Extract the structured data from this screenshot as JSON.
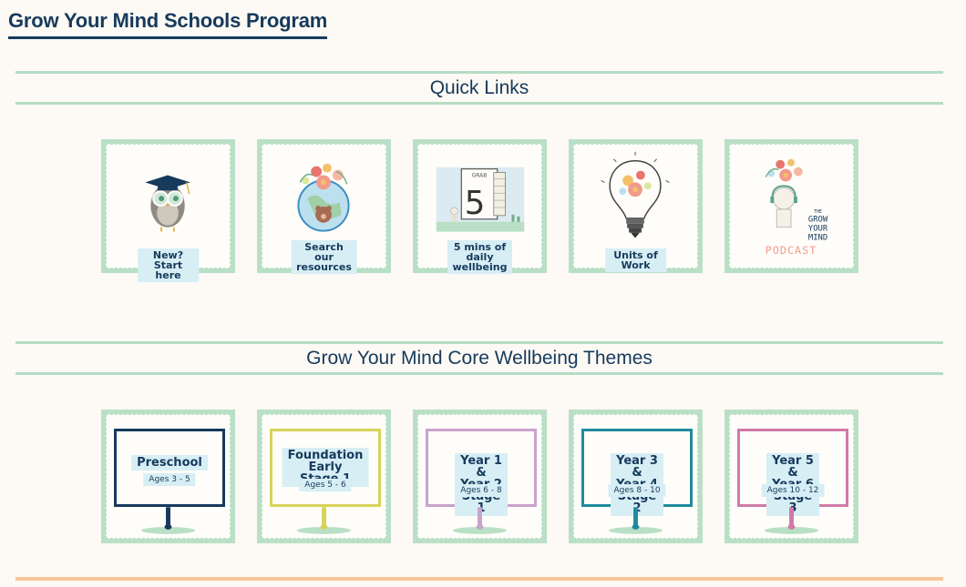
{
  "page": {
    "title": "Grow Your Mind Schools Program"
  },
  "quick_links": {
    "heading": "Quick Links",
    "cards": [
      {
        "label": "New? Start here",
        "icon": "owl-graduate-icon"
      },
      {
        "label": "Search\nour resources",
        "icon": "globe-flowers-icon"
      },
      {
        "label": "5 mins of daily\nwellbeing",
        "icon": "grab-5-board-icon"
      },
      {
        "label": "Units of Work",
        "icon": "lightbulb-flowers-icon"
      },
      {
        "label": "",
        "icon": "podcast-logo-icon",
        "logo_text": "THE GROW YOUR MIND PODCAST"
      }
    ]
  },
  "core_themes": {
    "heading": "Grow Your Mind Core Wellbeing Themes",
    "cards": [
      {
        "title": "Preschool",
        "ages": "Ages 3 - 5",
        "color": "#163a5c"
      },
      {
        "title": "Foundation\nEarly Stage 1",
        "ages": "Ages 5 - 6",
        "color": "#d8d35a"
      },
      {
        "title": "Year 1 & Year 2\nStage 1",
        "ages": "Ages 6 - 8",
        "color": "#c9a2cd"
      },
      {
        "title": "Year 3 & Year 4\nStage 2",
        "ages": "Ages 8 - 10",
        "color": "#1f8b9c"
      },
      {
        "title": "Year 5 & Year 6\nStage 3",
        "ages": "Ages 10 - 12",
        "color": "#d17aa6"
      }
    ]
  },
  "colors": {
    "navy": "#163a5c",
    "mint": "#b9e0c6",
    "label_bg": "#d7eef5",
    "page_bg": "#fdf9f4",
    "footer_bar": "#f7c79b"
  }
}
